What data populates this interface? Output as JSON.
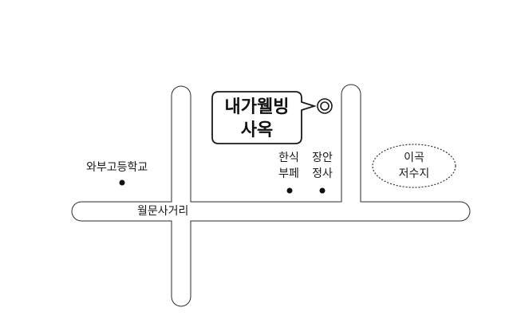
{
  "colors": {
    "road_stroke": "#2a2a2a",
    "road_fill": "#ffffff",
    "text": "#1a1a1a",
    "dot": "#111111"
  },
  "callout": {
    "line1": "내가웰빙",
    "line2": "사옥"
  },
  "roads": {
    "main_label": "월문사거리"
  },
  "places": {
    "school": "와부고등학교",
    "hansik": {
      "line1": "한식",
      "line2": "부페"
    },
    "jangan": {
      "line1": "장안",
      "line2": "정사"
    },
    "reservoir": {
      "line1": "이곡",
      "line2": "저수지"
    }
  }
}
